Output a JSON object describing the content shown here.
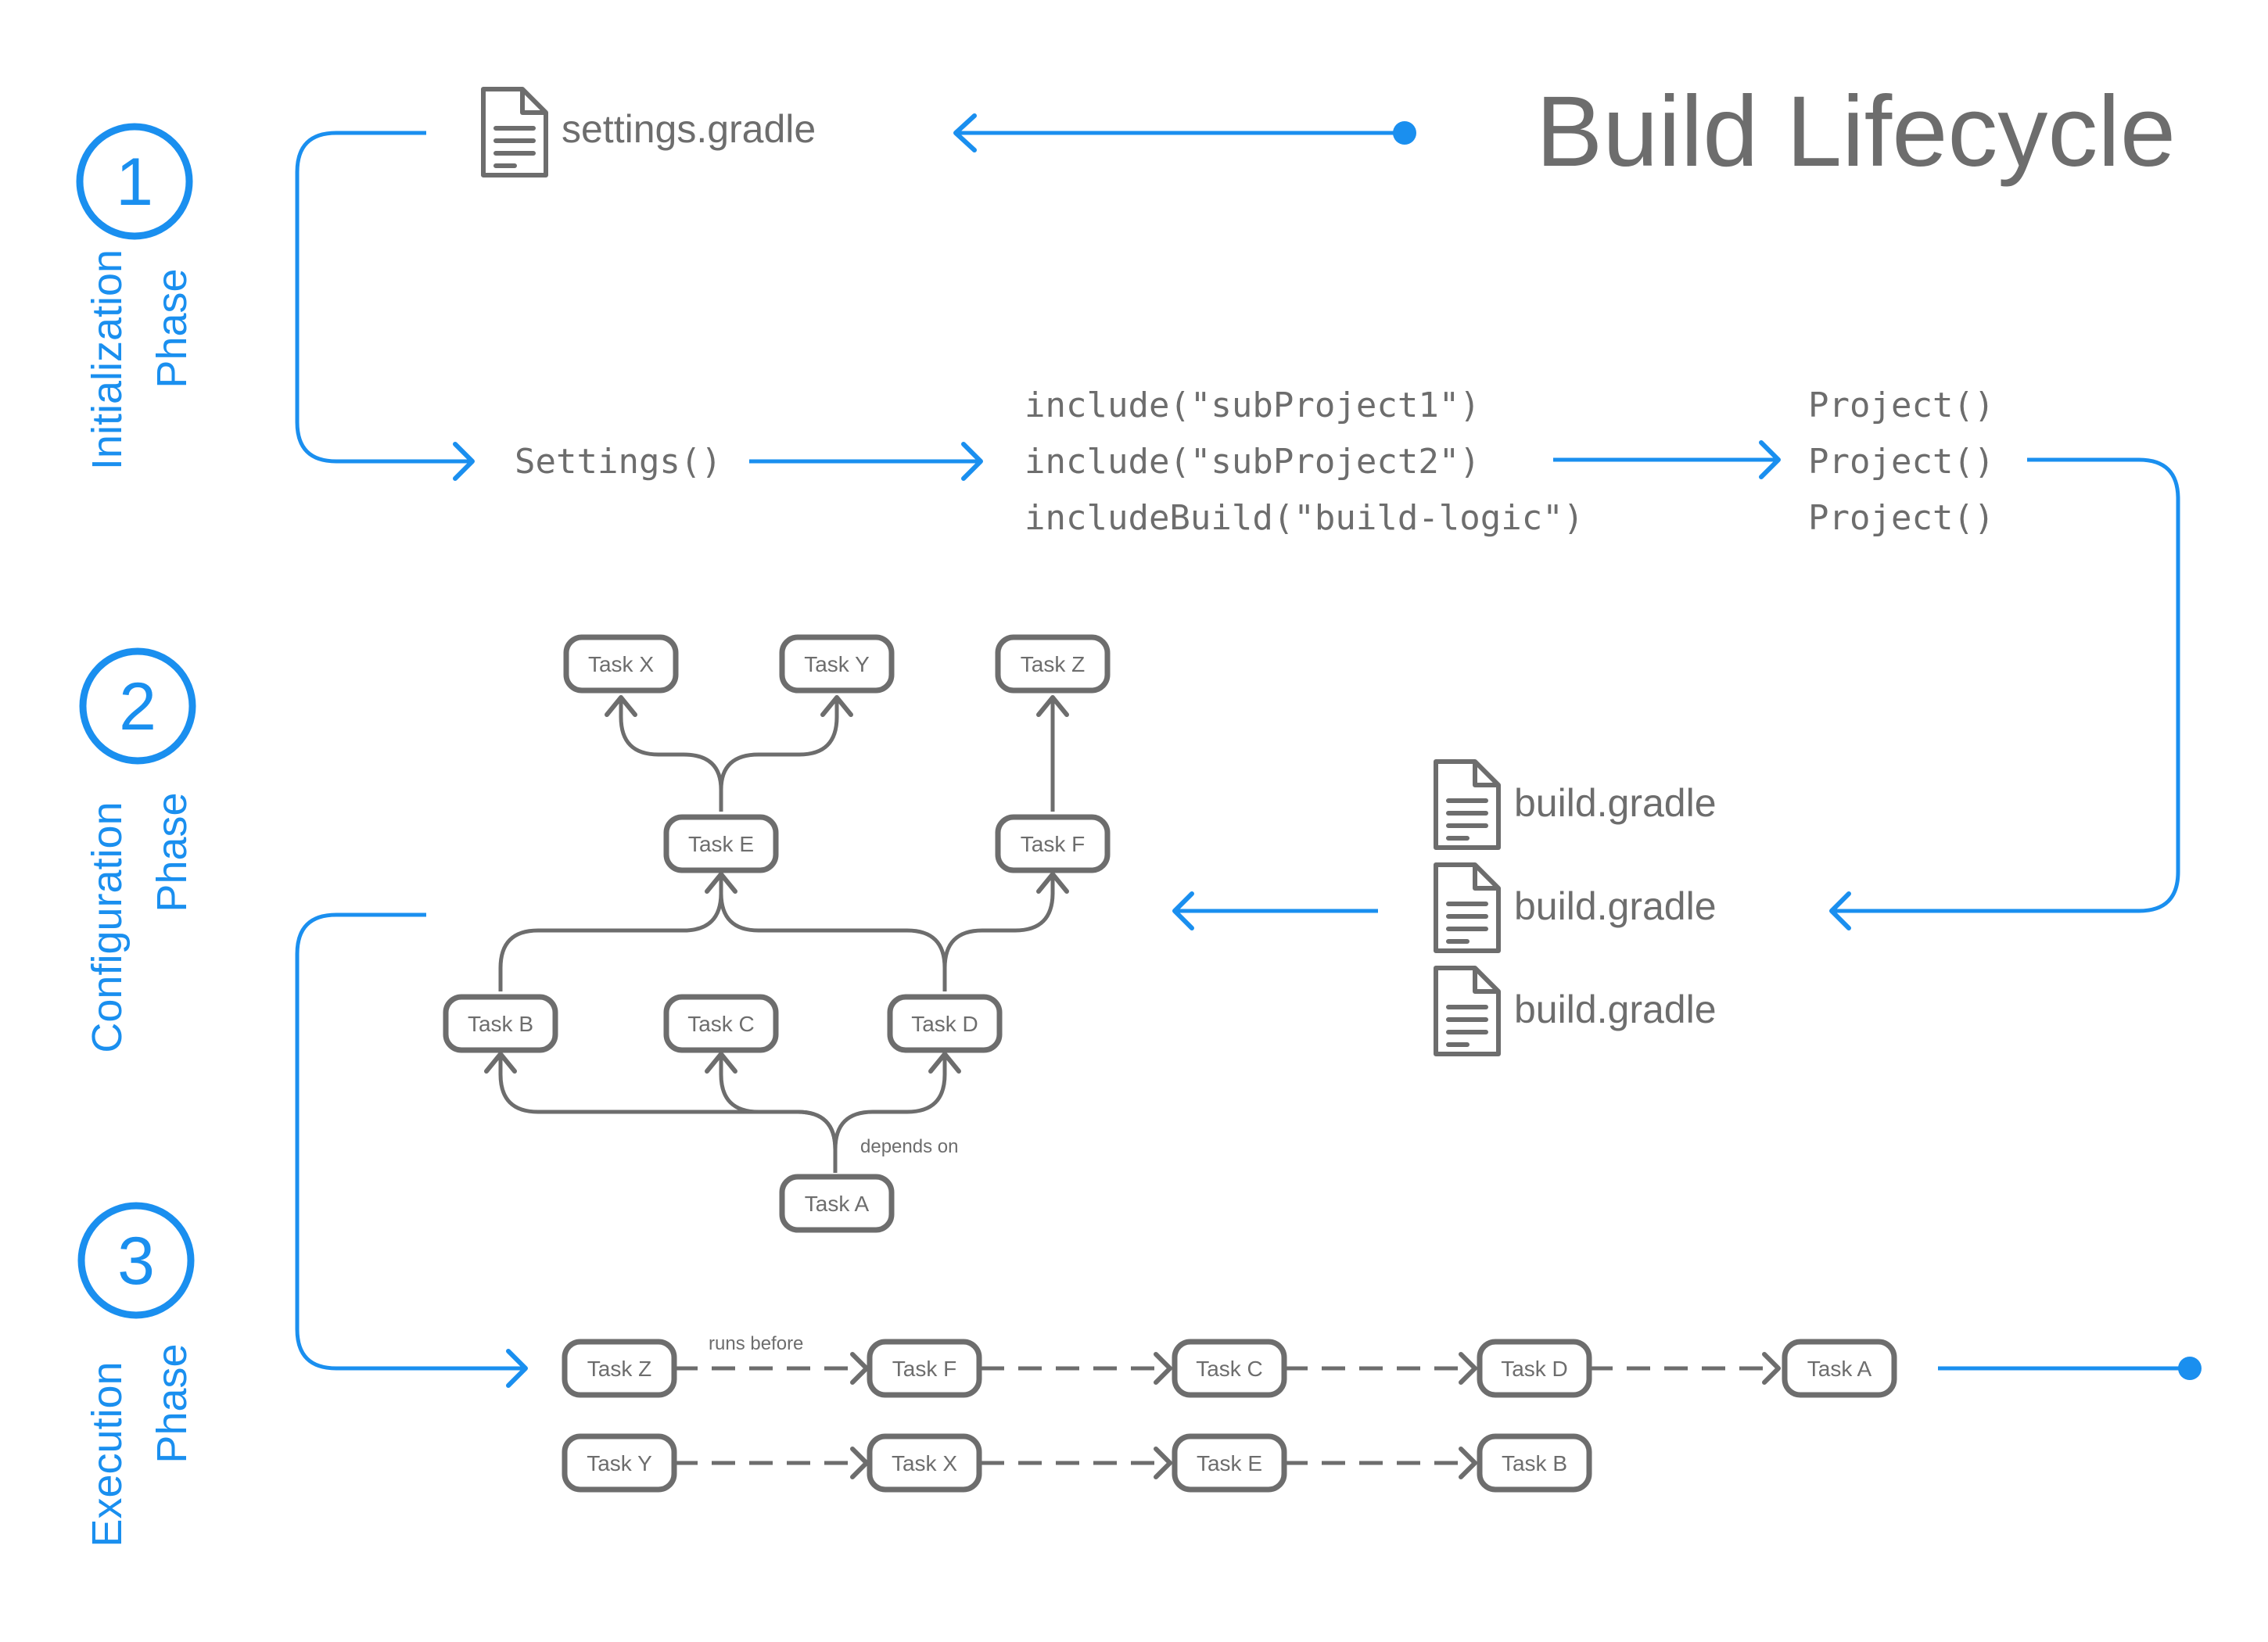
{
  "title": "Build Lifecycle",
  "colors": {
    "accent": "#1a8fef",
    "text": "#6d6d6d",
    "node_border": "#6d6d6d"
  },
  "phases": [
    {
      "number": "1",
      "name": "Initialization",
      "suffix": "Phase"
    },
    {
      "number": "2",
      "name": "Configuration",
      "suffix": "Phase"
    },
    {
      "number": "3",
      "name": "Execution",
      "suffix": "Phase"
    }
  ],
  "initialization": {
    "settings_file": "settings.gradle",
    "settings_call": "Settings()",
    "includes": [
      "include(\"subProject1\")",
      "include(\"subProject2\")",
      "includeBuild(\"build-logic\")"
    ],
    "projects": [
      "Project()",
      "Project()",
      "Project()"
    ]
  },
  "configuration": {
    "build_files": [
      "build.gradle",
      "build.gradle",
      "build.gradle"
    ],
    "tasks": [
      "Task X",
      "Task Y",
      "Task Z",
      "Task E",
      "Task F",
      "Task B",
      "Task C",
      "Task D",
      "Task A"
    ],
    "edge_label": "depends on"
  },
  "execution": {
    "edge_label": "runs before",
    "row1": [
      "Task Z",
      "Task F",
      "Task C",
      "Task D",
      "Task A"
    ],
    "row2": [
      "Task Y",
      "Task X",
      "Task E",
      "Task B"
    ]
  },
  "icons": [
    "file-icon"
  ]
}
